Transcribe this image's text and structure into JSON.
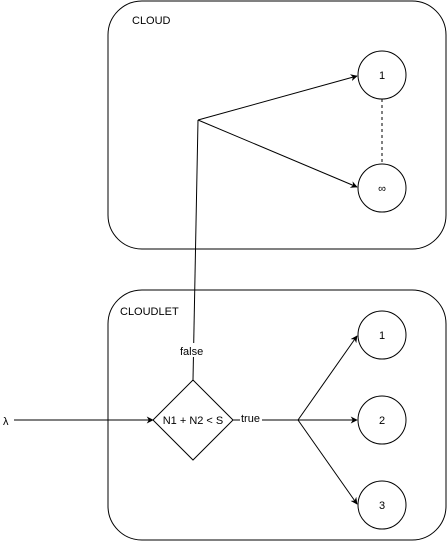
{
  "cloud": {
    "label": "CLOUD",
    "servers": [
      "1",
      "∞"
    ]
  },
  "cloudlet": {
    "label": "CLOUDLET",
    "servers": [
      "1",
      "2",
      "3"
    ]
  },
  "arrival": {
    "label": "λ"
  },
  "decision": {
    "condition": "N1 + N2 < S",
    "true_label": "true",
    "false_label": "false"
  }
}
